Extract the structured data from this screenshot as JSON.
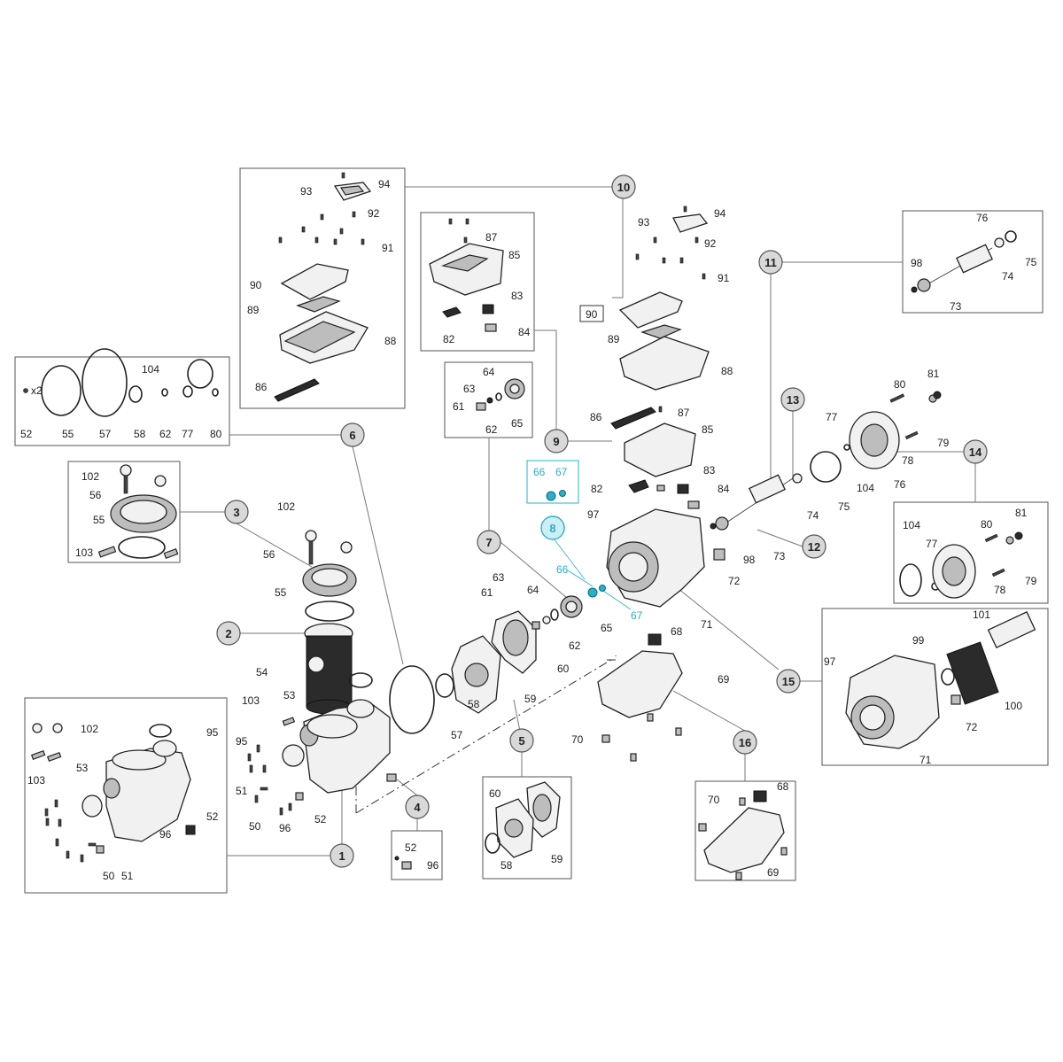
{
  "labels": {
    "sub_box_a": [
      "94",
      "93",
      "92",
      "91",
      "90",
      "89",
      "88",
      "86"
    ],
    "sub_box_b": [
      "87",
      "85",
      "83",
      "82",
      "84"
    ],
    "sub_box_c": [
      "104",
      "52",
      "x2",
      "55",
      "57",
      "58",
      "62",
      "77",
      "80"
    ],
    "sub_box_d": [
      "64",
      "63",
      "61",
      "62",
      "65"
    ],
    "sub_box_e": [
      "102",
      "56",
      "55",
      "103"
    ],
    "sub_box_f": [
      "102",
      "95",
      "53",
      "103",
      "52",
      "96",
      "50",
      "51"
    ],
    "sub_box_g": [
      "60",
      "58",
      "59"
    ],
    "sub_box_h": [
      "52",
      "96"
    ],
    "sub_box_i": [
      "68",
      "70",
      "69"
    ],
    "sub_box_j": [
      "76",
      "98",
      "75",
      "74",
      "73"
    ],
    "sub_box_k": [
      "104",
      "77",
      "80",
      "81",
      "78",
      "79"
    ],
    "sub_box_l": [
      "101",
      "99",
      "97",
      "100",
      "72",
      "71"
    ],
    "center": [
      "94",
      "93",
      "92",
      "91",
      "90",
      "89",
      "88",
      "87",
      "86",
      "85",
      "83",
      "82",
      "84",
      "97",
      "81",
      "80",
      "77",
      "79",
      "78",
      "76",
      "104",
      "75",
      "74",
      "73",
      "98",
      "72",
      "71",
      "68",
      "69",
      "70",
      "65",
      "64",
      "63",
      "62",
      "61",
      "60",
      "59",
      "58",
      "57",
      "56",
      "55",
      "54",
      "53",
      "102",
      "103",
      "95",
      "51",
      "50",
      "96",
      "52"
    ],
    "highlight": [
      "66",
      "67",
      "66",
      "67"
    ],
    "groups": [
      "10",
      "11",
      "9",
      "6",
      "3",
      "2",
      "7",
      "8",
      "12",
      "13",
      "14",
      "15",
      "16",
      "5",
      "4",
      "1"
    ]
  },
  "colors": {
    "highlight": "#2ab0c8",
    "group_fill": "#d9d9d9",
    "line": "#333333"
  }
}
